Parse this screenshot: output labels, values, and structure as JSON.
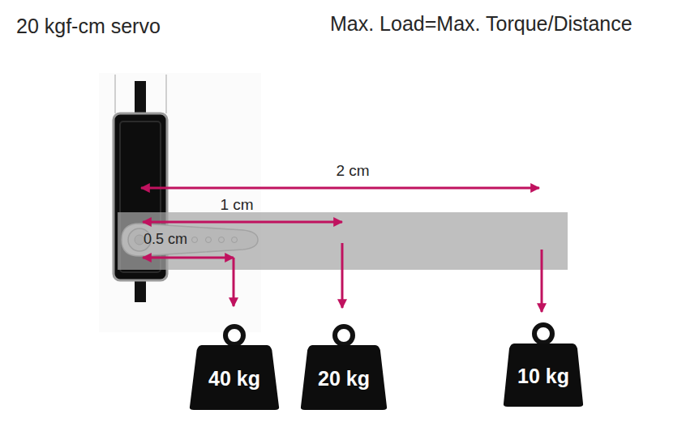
{
  "diagram": {
    "nodes": [
      {
        "text": [
          "40 kg"
        ]
      },
      {
        "text": [
          "20 kg"
        ]
      },
      {
        "text": [
          "10 kg"
        ]
      }
    ],
    "labels": [
      "20 kgf-cm servo",
      "Max. Load=Max. Torque/Distance",
      "2 cm",
      "1 cm",
      "0.5 cm"
    ]
  }
}
